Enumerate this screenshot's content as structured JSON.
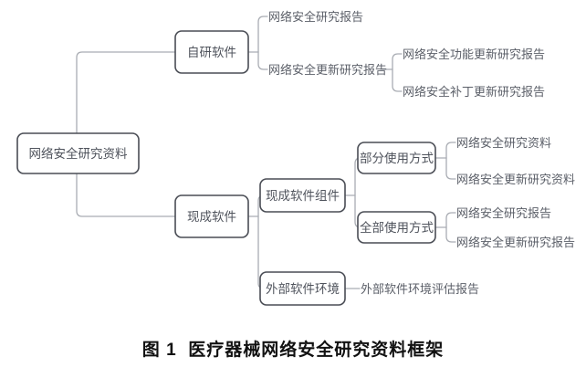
{
  "figure": {
    "caption": "图 1  医疗器械网络安全研究资料框架",
    "background_color": "#ffffff",
    "box_border_color": "#4a4d55",
    "connector_color": "#a9acb3",
    "text_color": "#5b5f68"
  },
  "nodes": {
    "root": {
      "label": "网络安全研究资料",
      "type": "box"
    },
    "self_dev": {
      "label": "自研软件",
      "type": "box"
    },
    "offtheshelf": {
      "label": "现成软件",
      "type": "box"
    },
    "ots_component": {
      "label": "现成软件组件",
      "type": "box"
    },
    "ext_env": {
      "label": "外部软件环境",
      "type": "box"
    },
    "partial_use": {
      "label": "部分使用方式",
      "type": "box"
    },
    "full_use": {
      "label": "全部使用方式",
      "type": "box"
    }
  },
  "leaves": {
    "self_dev_1": {
      "label": "网络安全研究报告",
      "type": "text"
    },
    "self_dev_2": {
      "label": "网络安全更新研究报告",
      "type": "text"
    },
    "self_dev_2_1": {
      "label": "网络安全功能更新研究报告",
      "type": "text"
    },
    "self_dev_2_2": {
      "label": "网络安全补丁更新研究报告",
      "type": "text"
    },
    "partial_1": {
      "label": "网络安全研究资料",
      "type": "text"
    },
    "partial_2": {
      "label": "网络安全更新研究资料",
      "type": "text"
    },
    "full_1": {
      "label": "网络安全研究报告",
      "type": "text"
    },
    "full_2": {
      "label": "网络安全更新研究报告",
      "type": "text"
    },
    "ext_env_1": {
      "label": "外部软件环境评估报告",
      "type": "text"
    }
  },
  "chart_data": {
    "type": "tree-diagram",
    "title": "图 1  医疗器械网络安全研究资料框架",
    "orientation": "left-to-right",
    "root": "网络安全研究资料",
    "tree": [
      {
        "name": "网络安全研究资料",
        "children": [
          {
            "name": "自研软件",
            "children": [
              {
                "name": "网络安全研究报告",
                "children": []
              },
              {
                "name": "网络安全更新研究报告",
                "children": [
                  {
                    "name": "网络安全功能更新研究报告",
                    "children": []
                  },
                  {
                    "name": "网络安全补丁更新研究报告",
                    "children": []
                  }
                ]
              }
            ]
          },
          {
            "name": "现成软件",
            "children": [
              {
                "name": "现成软件组件",
                "children": [
                  {
                    "name": "部分使用方式",
                    "children": [
                      {
                        "name": "网络安全研究资料",
                        "children": []
                      },
                      {
                        "name": "网络安全更新研究资料",
                        "children": []
                      }
                    ]
                  },
                  {
                    "name": "全部使用方式",
                    "children": [
                      {
                        "name": "网络安全研究报告",
                        "children": []
                      },
                      {
                        "name": "网络安全更新研究报告",
                        "children": []
                      }
                    ]
                  }
                ]
              },
              {
                "name": "外部软件环境",
                "children": [
                  {
                    "name": "外部软件环境评估报告",
                    "children": []
                  }
                ]
              }
            ]
          }
        ]
      }
    ]
  }
}
